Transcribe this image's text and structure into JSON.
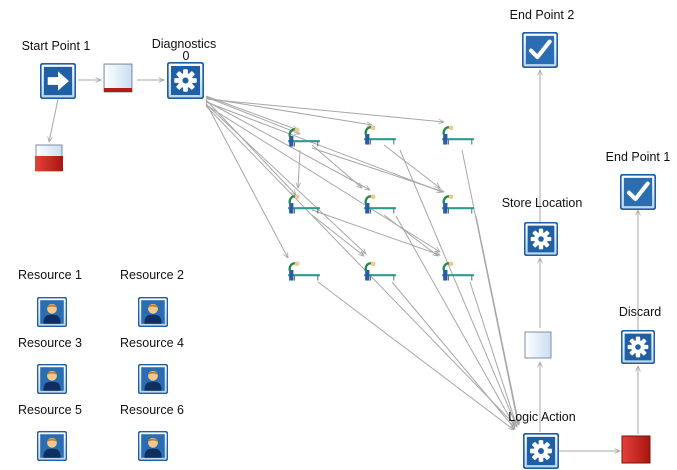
{
  "nodes": {
    "start_point_1": {
      "label": "Start Point 1"
    },
    "diagnostics": {
      "label": "Diagnostics",
      "counter": "0"
    },
    "end_point_2": {
      "label": "End Point 2"
    },
    "end_point_1": {
      "label": "End Point 1"
    },
    "store_location": {
      "label": "Store Location"
    },
    "discard": {
      "label": "Discard"
    },
    "logic_action": {
      "label": "Logic Action"
    }
  },
  "resources": [
    {
      "label": "Resource 1"
    },
    {
      "label": "Resource 2"
    },
    {
      "label": "Resource 3"
    },
    {
      "label": "Resource 4"
    },
    {
      "label": "Resource 5"
    },
    {
      "label": "Resource 6"
    }
  ],
  "queues": {
    "after_start": {
      "fill_level": 0.1
    },
    "below_start": {
      "fill_level": 0.5
    },
    "before_store": {
      "fill_level": 0.0
    },
    "before_end_1": {
      "fill_level": 1.0
    }
  },
  "icons": {
    "start": "arrow-right-icon",
    "process": "gear-icon",
    "end": "checkmark-icon",
    "resource": "person-icon",
    "workstation": "operator-desk-icon",
    "queue": "queue-buffer-icon"
  },
  "colors": {
    "node_blue": "#1f5fa4",
    "edge_gray": "#a7a7a7",
    "queue_red": "#c4221a"
  }
}
